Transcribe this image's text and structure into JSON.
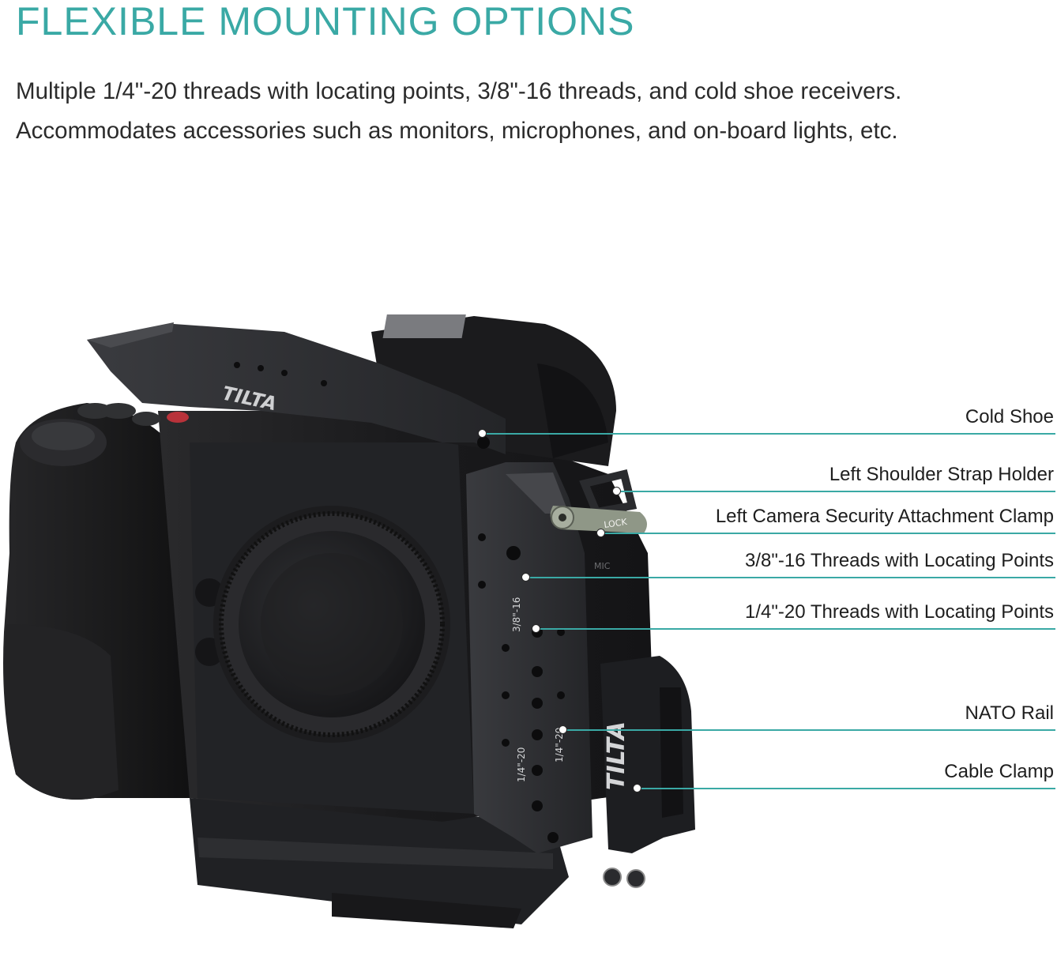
{
  "colors": {
    "accent": "#3aa9a5",
    "text": "#1e1e1e",
    "camera_body": "#1c1c1e",
    "cage_metal": "#2c2d30",
    "lock_lever": "#8f9787"
  },
  "header": {
    "title": "FLEXIBLE MOUNTING OPTIONS",
    "description_line1": "Multiple 1/4\"-20 threads with locating points, 3/8\"-16 threads,  and cold shoe receivers.",
    "description_line2": "Accommodates accessories such as  monitors, microphones, and on-board lights, etc."
  },
  "product": {
    "brand_logo_top": "TILTA",
    "brand_logo_side": "TILTA",
    "lock_lever_text": "LOCK",
    "thread_marking_38": "3/8\"-16",
    "thread_marking_14_a": "1/4\"-20",
    "thread_marking_14_b": "1/4\"-20",
    "camera_mic_marking": "MIC"
  },
  "callouts": [
    {
      "label": "Cold Shoe"
    },
    {
      "label": "Left Shoulder Strap Holder"
    },
    {
      "label": "Left Camera Security Attachment Clamp"
    },
    {
      "label": "3/8\"-16 Threads with Locating Points"
    },
    {
      "label": "1/4\"-20 Threads with Locating Points"
    },
    {
      "label": "NATO Rail"
    },
    {
      "label": "Cable Clamp"
    }
  ]
}
